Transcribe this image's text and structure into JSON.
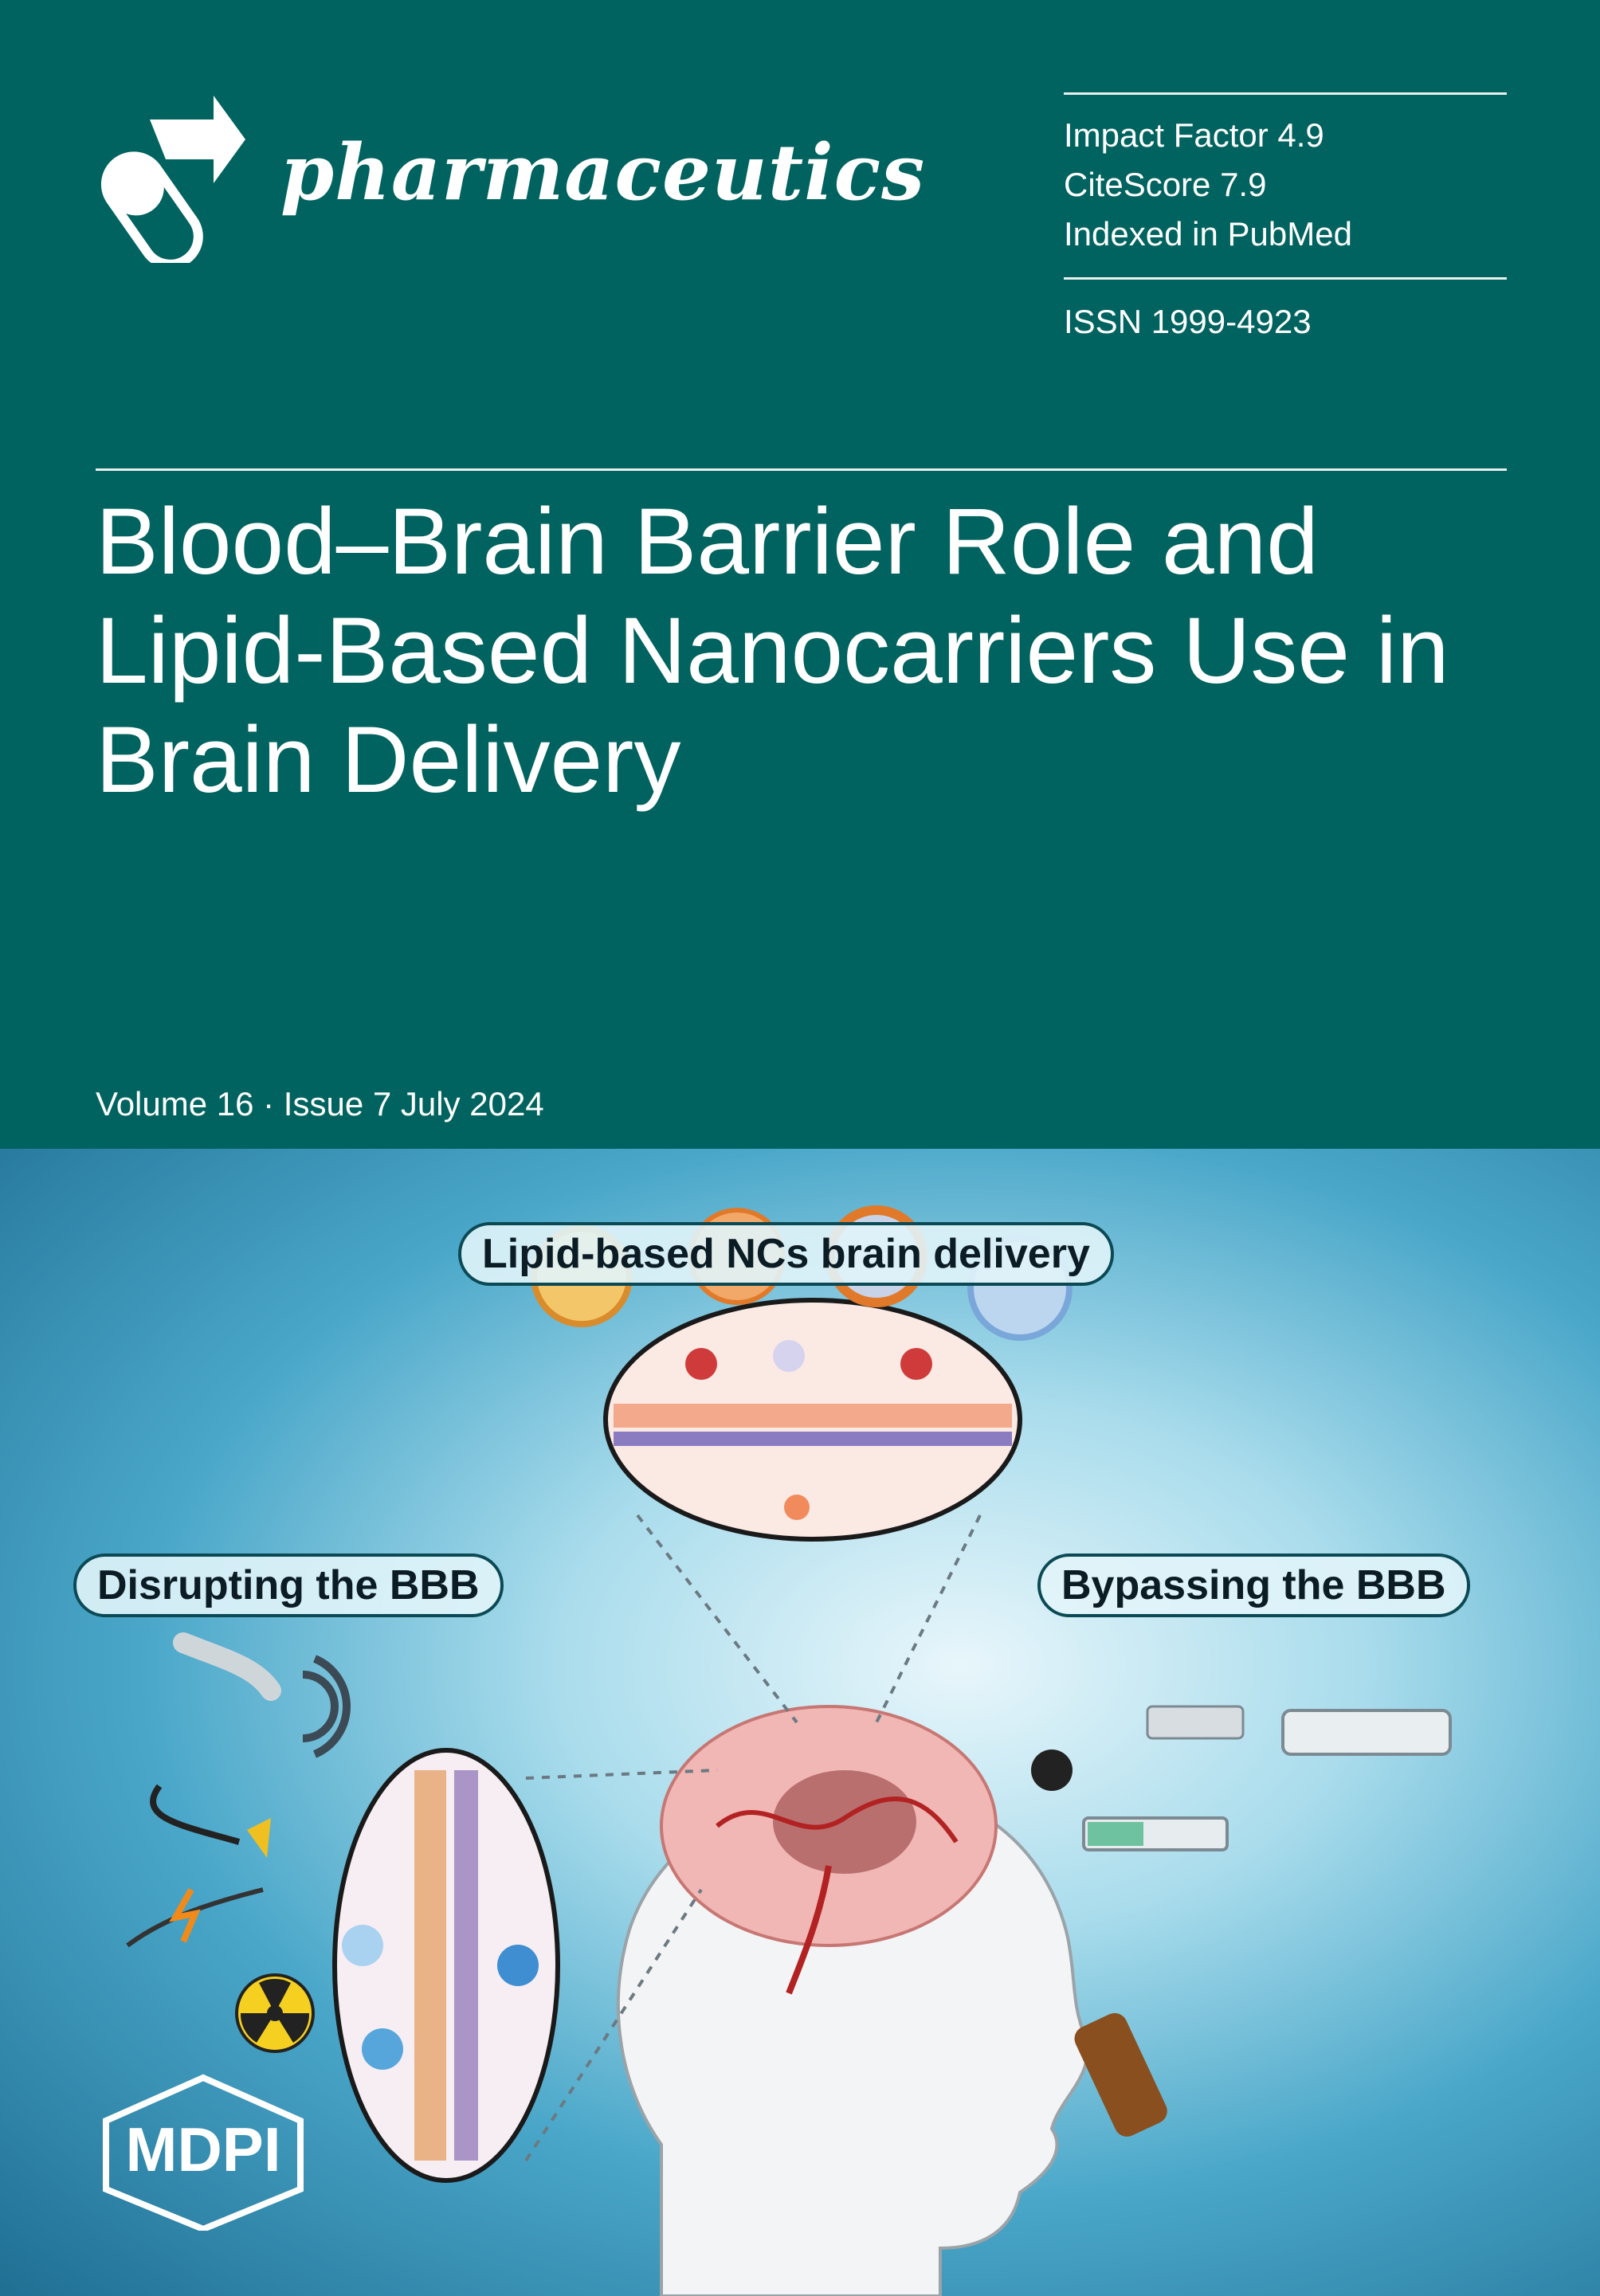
{
  "journal": {
    "name": "pharmaceutics",
    "impact_factor": "Impact Factor 4.9",
    "citescore": "CiteScore 7.9",
    "indexed": "Indexed in PubMed",
    "issn": "ISSN 1999-4923"
  },
  "article": {
    "title_line1": "Blood–Brain Barrier Role and",
    "title_line2": "Lipid-Based Nanocarriers Use in",
    "title_line3": "Brain Delivery"
  },
  "issue": "Volume 16 · Issue 7 July 2024",
  "figure": {
    "label_top": "Lipid-based NCs brain delivery",
    "label_left": "Disrupting the BBB",
    "label_right": "Bypassing the BBB"
  },
  "publisher": "MDPI",
  "colors": {
    "cover_teal": "#00635f",
    "pill_border": "#0b4a55"
  }
}
